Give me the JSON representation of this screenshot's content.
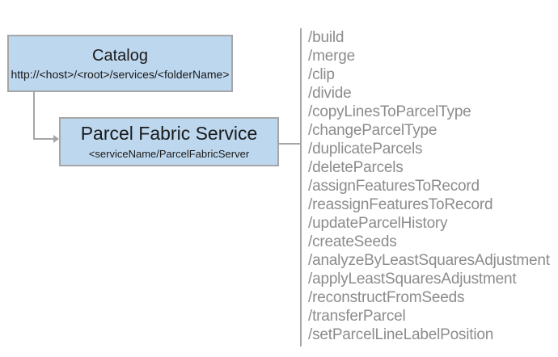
{
  "diagram": {
    "catalog": {
      "title": "Catalog",
      "subtitle": "http://<host>/<root>/services/<folderName>"
    },
    "service": {
      "title": "Parcel Fabric Service",
      "subtitle": "<serviceName/ParcelFabricServer"
    },
    "endpoints": [
      "/build",
      "/merge",
      "/clip",
      "/divide",
      "/copyLinesToParcelType",
      "/changeParcelType",
      "/duplicateParcels",
      "/deleteParcels",
      "/assignFeaturesToRecord",
      "/reassignFeaturesToRecord",
      "/updateParcelHistory",
      "/createSeeds",
      "/analyzeByLeastSquaresAdjustment",
      "/applyLeastSquaresAdjustment",
      "/reconstructFromSeeds",
      "/transferParcel",
      "/setParcelLineLabelPosition"
    ],
    "colors": {
      "node_fill": "#BDD7EE",
      "node_border": "#A6A6A6",
      "connector": "#A6A6A6",
      "endpoint_text": "#8C8C8C",
      "node_text": "#1A1A1A",
      "background": "#FFFFFF"
    }
  }
}
